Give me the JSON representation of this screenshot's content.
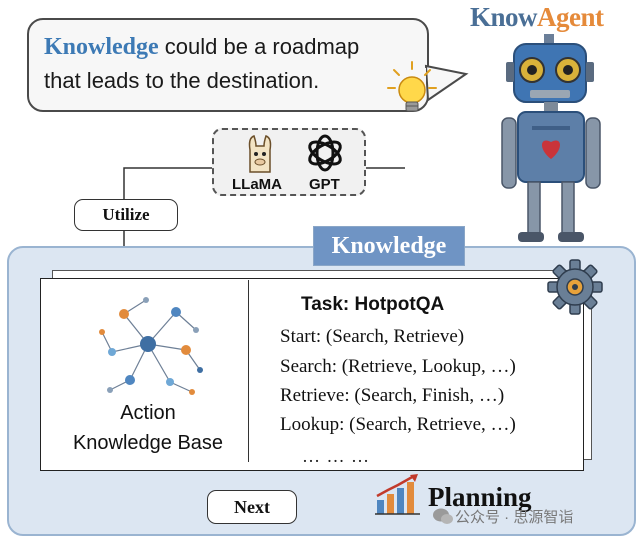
{
  "brand": {
    "part1": "Know",
    "part2": "Agent",
    "color1": "#4a6f96",
    "color2": "#e58a3a"
  },
  "bubble": {
    "keyword": "Knowledge",
    "rest_line1": " could be a roadmap",
    "line2": "that leads to  the destination."
  },
  "models": {
    "llama": "LLaMA",
    "gpt": "GPT"
  },
  "utilize_label": "Utilize",
  "knowledge_label": "Knowledge",
  "action_kb": {
    "line1": "Action",
    "line2": "Knowledge Base"
  },
  "task": {
    "title": "Task:  HotpotQA",
    "rules": [
      "Start: (Search, Retrieve)",
      "Search: (Retrieve, Lookup, …)",
      "Retrieve: (Search, Finish, …)",
      "Lookup: (Search, Retrieve, …)"
    ],
    "ellipsis": "… … …"
  },
  "next_label": "Next",
  "planning_label": "Planning",
  "watermark": "公众号 · 思源智诣",
  "icons": [
    "lightbulb-icon",
    "robot-icon",
    "llama-icon",
    "openai-icon",
    "gear-icon",
    "knowledge-graph-icon",
    "bar-chart-icon",
    "wechat-icon"
  ],
  "colors": {
    "panel_bg": "#dce6f2",
    "tag_bg": "#6f94c4",
    "keyword": "#3d7ab5"
  }
}
